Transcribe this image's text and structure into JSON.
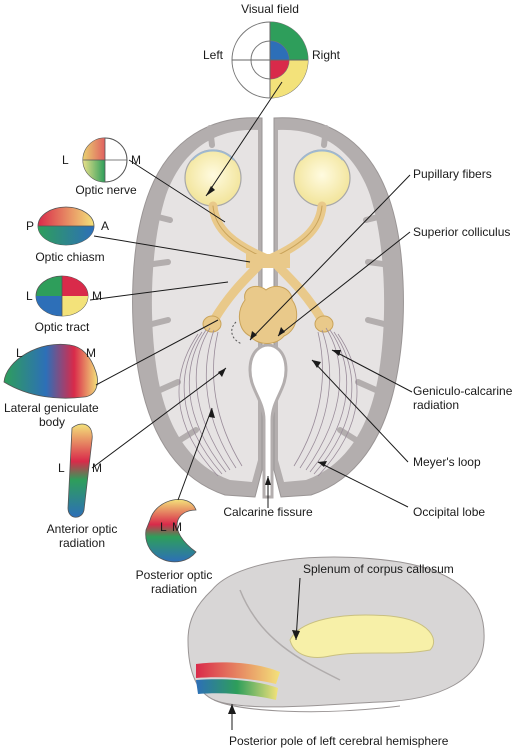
{
  "title": "Visual field",
  "field_labels": {
    "left": "Left",
    "right": "Right"
  },
  "labels": {
    "optic_nerve": "Optic nerve",
    "optic_nerve_L": "L",
    "optic_nerve_M": "M",
    "optic_chiasm": "Optic chiasm",
    "optic_chiasm_P": "P",
    "optic_chiasm_A": "A",
    "optic_tract": "Optic tract",
    "optic_tract_L": "L",
    "optic_tract_M": "M",
    "lgb_line1": "Lateral geniculate",
    "lgb_line2": "body",
    "lgb_L": "L",
    "lgb_M": "M",
    "anterior_L": "L",
    "anterior_M": "M",
    "anterior_line1": "Anterior optic",
    "anterior_line2": "radiation",
    "posterior_L": "L",
    "posterior_M": "M",
    "posterior_line1": "Posterior optic",
    "posterior_line2": "radiation",
    "pupillary_fibers": "Pupillary fibers",
    "superior_colliculus": "Superior colliculus",
    "geniculo_line1": "Geniculo-calcarine",
    "geniculo_line2": "radiation",
    "meyers_loop": "Meyer's loop",
    "occipital_lobe": "Occipital lobe",
    "calcarine_fissure": "Calcarine fissure",
    "splenum": "Splenum of corpus callosum",
    "posterior_pole": "Posterior pole of left cerebral hemisphere"
  },
  "colors": {
    "upper_nasal": "#2e9e5b",
    "lower_nasal": "#2d6fb8",
    "upper_temporal": "#d92a4a",
    "lower_temporal": "#f3e27a",
    "brain_outer": "#b3aeae",
    "brain_inner": "#e6e3e3",
    "pathway": "#e9c98a",
    "highlight": "#f7f0a8"
  }
}
